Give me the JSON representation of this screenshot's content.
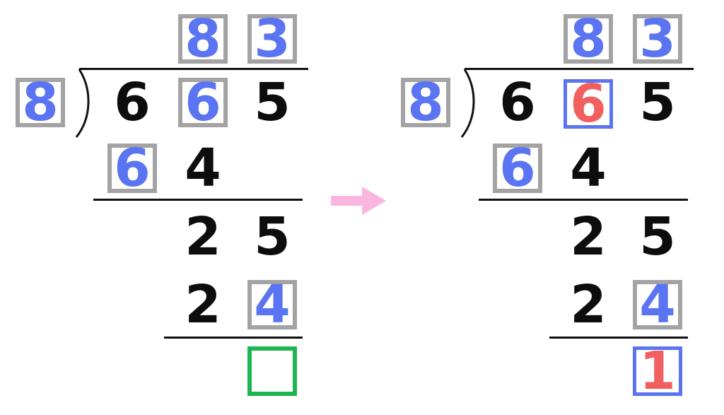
{
  "colors": {
    "digit": "#0d0d0d",
    "highlight": "#5b74f2",
    "emphasis": "#f25f5f",
    "box": "#a3a3a3",
    "empty_box": "#1db552",
    "arrow": "#fbb6e0"
  },
  "left": {
    "quotient": [
      "8",
      "3"
    ],
    "divisor": "8",
    "dividend": [
      "6",
      "6",
      "5"
    ],
    "step1": [
      "6",
      "4"
    ],
    "step2": [
      "2",
      "5"
    ],
    "step3": [
      "2",
      "4"
    ],
    "remainder": ""
  },
  "right": {
    "quotient": [
      "8",
      "3"
    ],
    "divisor": "8",
    "dividend": [
      "6",
      "6",
      "5"
    ],
    "step1": [
      "6",
      "4"
    ],
    "step2": [
      "2",
      "5"
    ],
    "step3": [
      "2",
      "4"
    ],
    "remainder": "1"
  },
  "arrow_icon": "right-arrow-icon"
}
